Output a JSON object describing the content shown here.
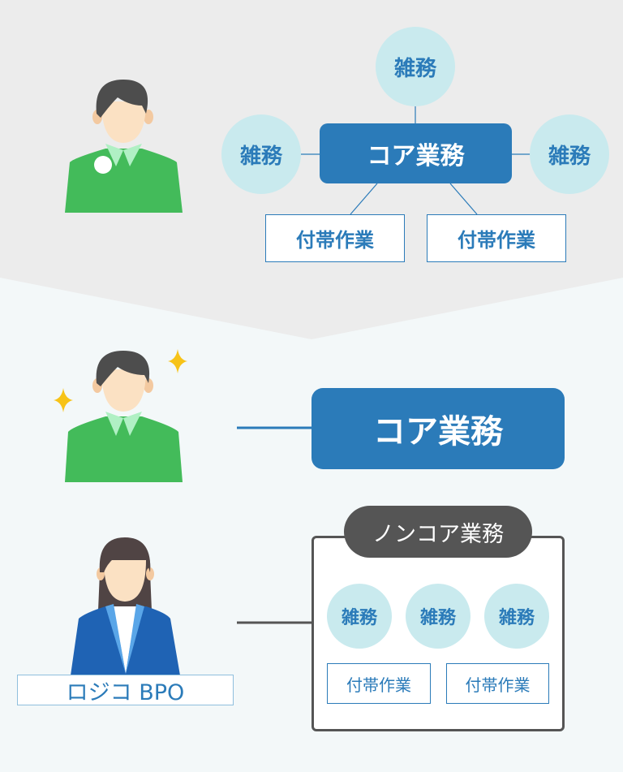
{
  "before": {
    "core_label": "コア業務",
    "misc": [
      "雑務",
      "雑務",
      "雑務"
    ],
    "attached": [
      "付帯作業",
      "付帯作業"
    ]
  },
  "after": {
    "core_label": "コア業務",
    "noncore_label": "ノンコア業務",
    "misc": [
      "雑務",
      "雑務",
      "雑務"
    ],
    "attached": [
      "付帯作業",
      "付帯作業"
    ],
    "bpo_label": "ロジコ BPO"
  },
  "colors": {
    "accent": "#2b7bb9",
    "circle": "#c9eaee",
    "dark": "#555555",
    "top_bg": "#ececec",
    "bottom_bg": "#f3f8f9"
  }
}
